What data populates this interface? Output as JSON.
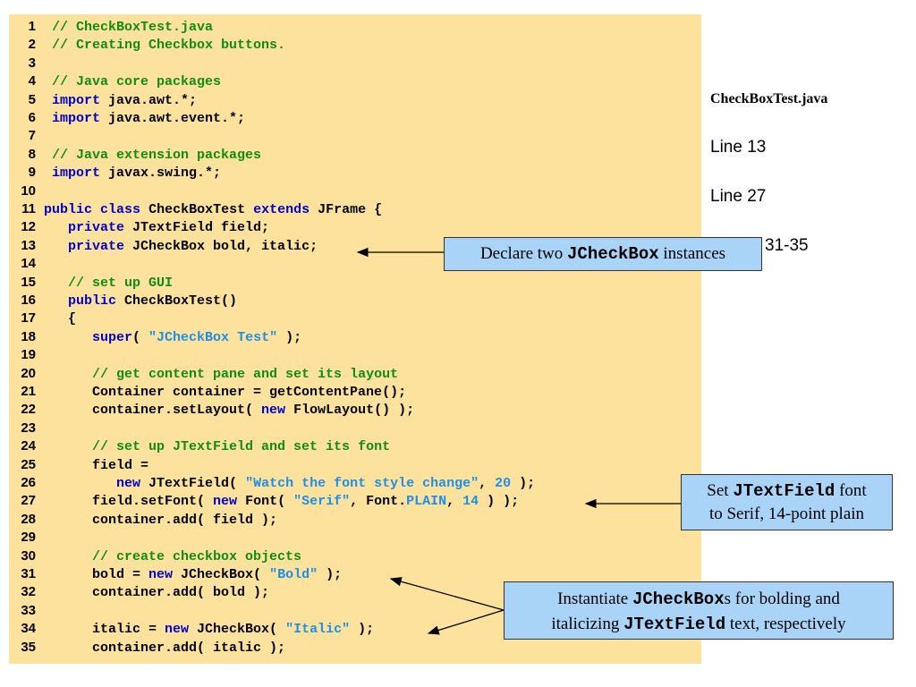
{
  "code_lines": [
    {
      "n": "1",
      "parts": [
        {
          "t": "  "
        },
        {
          "t": "// CheckBoxTest.java",
          "c": "cm"
        }
      ]
    },
    {
      "n": "2",
      "parts": [
        {
          "t": "  "
        },
        {
          "t": "// Creating Checkbox buttons.",
          "c": "cm"
        }
      ]
    },
    {
      "n": "3",
      "parts": [
        {
          "t": ""
        }
      ]
    },
    {
      "n": "4",
      "parts": [
        {
          "t": "  "
        },
        {
          "t": "// Java core packages",
          "c": "cm"
        }
      ]
    },
    {
      "n": "5",
      "parts": [
        {
          "t": "  "
        },
        {
          "t": "import",
          "c": "kw"
        },
        {
          "t": " java.awt.*;"
        }
      ]
    },
    {
      "n": "6",
      "parts": [
        {
          "t": "  "
        },
        {
          "t": "import",
          "c": "kw"
        },
        {
          "t": " java.awt.event.*;"
        }
      ]
    },
    {
      "n": "7",
      "parts": [
        {
          "t": ""
        }
      ]
    },
    {
      "n": "8",
      "parts": [
        {
          "t": "  "
        },
        {
          "t": "// Java extension packages",
          "c": "cm"
        }
      ]
    },
    {
      "n": "9",
      "parts": [
        {
          "t": "  "
        },
        {
          "t": "import",
          "c": "kw"
        },
        {
          "t": " javax.swing.*;"
        }
      ]
    },
    {
      "n": "10",
      "parts": [
        {
          "t": ""
        }
      ]
    },
    {
      "n": "11",
      "parts": [
        {
          "t": " "
        },
        {
          "t": "public",
          "c": "kw"
        },
        {
          "t": " "
        },
        {
          "t": "class",
          "c": "kw"
        },
        {
          "t": " CheckBoxTest "
        },
        {
          "t": "extends",
          "c": "kw"
        },
        {
          "t": " JFrame {"
        }
      ]
    },
    {
      "n": "12",
      "parts": [
        {
          "t": "    "
        },
        {
          "t": "private",
          "c": "kw"
        },
        {
          "t": " JTextField field;"
        }
      ]
    },
    {
      "n": "13",
      "parts": [
        {
          "t": "    "
        },
        {
          "t": "private",
          "c": "kw"
        },
        {
          "t": " JCheckBox bold, italic;"
        }
      ]
    },
    {
      "n": "14",
      "parts": [
        {
          "t": ""
        }
      ]
    },
    {
      "n": "15",
      "parts": [
        {
          "t": "    "
        },
        {
          "t": "// set up GUI",
          "c": "cm"
        }
      ]
    },
    {
      "n": "16",
      "parts": [
        {
          "t": "    "
        },
        {
          "t": "public",
          "c": "kw"
        },
        {
          "t": " CheckBoxTest()"
        }
      ]
    },
    {
      "n": "17",
      "parts": [
        {
          "t": "    {"
        }
      ]
    },
    {
      "n": "18",
      "parts": [
        {
          "t": "       "
        },
        {
          "t": "super",
          "c": "kw"
        },
        {
          "t": "( "
        },
        {
          "t": "\"JCheckBox Test\"",
          "c": "str"
        },
        {
          "t": " );"
        }
      ]
    },
    {
      "n": "19",
      "parts": [
        {
          "t": ""
        }
      ]
    },
    {
      "n": "20",
      "parts": [
        {
          "t": "       "
        },
        {
          "t": "// get content pane and set its layout",
          "c": "cm"
        }
      ]
    },
    {
      "n": "21",
      "parts": [
        {
          "t": "       Container container = getContentPane();"
        }
      ]
    },
    {
      "n": "22",
      "parts": [
        {
          "t": "       container.setLayout( "
        },
        {
          "t": "new",
          "c": "kw"
        },
        {
          "t": " FlowLayout() );"
        }
      ]
    },
    {
      "n": "23",
      "parts": [
        {
          "t": ""
        }
      ]
    },
    {
      "n": "24",
      "parts": [
        {
          "t": "       "
        },
        {
          "t": "// set up JTextField and set its font",
          "c": "cm"
        }
      ]
    },
    {
      "n": "25",
      "parts": [
        {
          "t": "       field ="
        }
      ]
    },
    {
      "n": "26",
      "parts": [
        {
          "t": "          "
        },
        {
          "t": "new",
          "c": "kw"
        },
        {
          "t": " JTextField( "
        },
        {
          "t": "\"Watch the font style change\"",
          "c": "str"
        },
        {
          "t": ", "
        },
        {
          "t": "20",
          "c": "cst"
        },
        {
          "t": " );"
        }
      ]
    },
    {
      "n": "27",
      "parts": [
        {
          "t": "       field.setFont( "
        },
        {
          "t": "new",
          "c": "kw"
        },
        {
          "t": " Font( "
        },
        {
          "t": "\"Serif\"",
          "c": "str"
        },
        {
          "t": ", Font."
        },
        {
          "t": "PLAIN",
          "c": "cst"
        },
        {
          "t": ", "
        },
        {
          "t": "14",
          "c": "cst"
        },
        {
          "t": " ) );"
        }
      ]
    },
    {
      "n": "28",
      "parts": [
        {
          "t": "       container.add( field );"
        }
      ]
    },
    {
      "n": "29",
      "parts": [
        {
          "t": ""
        }
      ]
    },
    {
      "n": "30",
      "parts": [
        {
          "t": "       "
        },
        {
          "t": "// create checkbox objects",
          "c": "cm"
        }
      ]
    },
    {
      "n": "31",
      "parts": [
        {
          "t": "       bold = "
        },
        {
          "t": "new",
          "c": "kw"
        },
        {
          "t": " JCheckBox( "
        },
        {
          "t": "\"Bold\"",
          "c": "str"
        },
        {
          "t": " );"
        }
      ]
    },
    {
      "n": "32",
      "parts": [
        {
          "t": "       container.add( bold );"
        }
      ]
    },
    {
      "n": "33",
      "parts": [
        {
          "t": ""
        }
      ]
    },
    {
      "n": "34",
      "parts": [
        {
          "t": "       italic = "
        },
        {
          "t": "new",
          "c": "kw"
        },
        {
          "t": " JCheckBox( "
        },
        {
          "t": "\"Italic\"",
          "c": "str"
        },
        {
          "t": " );"
        }
      ]
    },
    {
      "n": "35",
      "parts": [
        {
          "t": "       container.add( italic );"
        }
      ]
    }
  ],
  "side": {
    "title": "CheckBoxTest.java",
    "line13": "Line 13",
    "line27": "Line 27",
    "lines3135": "31-35"
  },
  "callouts": {
    "c1": {
      "pre": "Declare two ",
      "mono": "JCheckBox",
      "post": " instances"
    },
    "c2": {
      "pre": "Set ",
      "mono": "JTextField",
      "post": " font",
      "line2": "to Serif, 14-point plain"
    },
    "c3": {
      "pre": "Instantiate ",
      "mono": "JCheckBox",
      "post": "s for bolding and",
      "line2pre": "italicizing ",
      "line2mono": "JTextField",
      "line2post": " text, respectively"
    }
  },
  "colors": {
    "panel": "#fde29d",
    "callout": "#a9d3f7",
    "comment": "#118c11",
    "keyword": "#0000cc",
    "string": "#1f8fe6"
  }
}
